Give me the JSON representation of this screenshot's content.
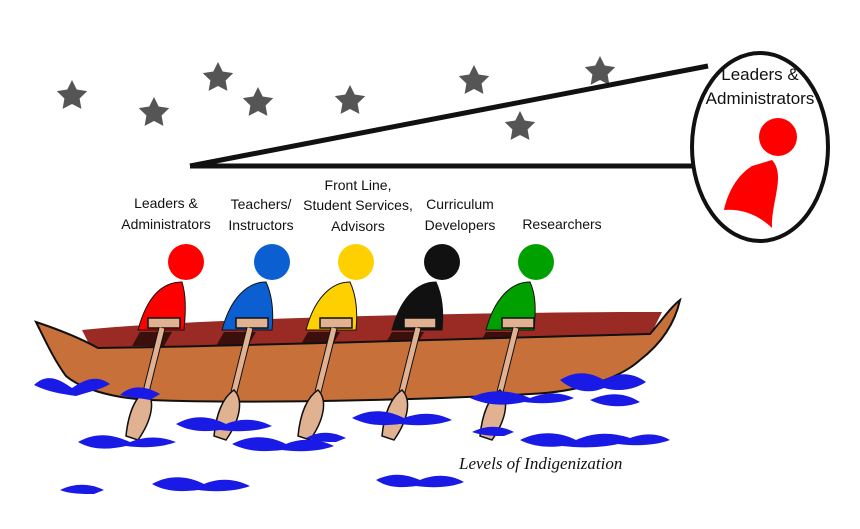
{
  "colors": {
    "star": "#555555",
    "boat": "#c8703a",
    "boat_inside": "#9a2b24",
    "paddle": "#e1b291",
    "water": "#1a1ae6",
    "leader": "#ff0000",
    "teacher": "#0b5fd0",
    "frontline": "#ffd000",
    "curriculum": "#111111",
    "researcher": "#00a000"
  },
  "rowers": [
    {
      "role": "leaders",
      "label_lines": [
        "Leaders &",
        "Administrators"
      ],
      "color": "#ff0000"
    },
    {
      "role": "teachers",
      "label_lines": [
        "Teachers/",
        "Instructors"
      ],
      "color": "#0b5fd0"
    },
    {
      "role": "frontline",
      "label_lines": [
        "Front Line,",
        "Student Services,",
        "Advisors"
      ],
      "color": "#ffd000"
    },
    {
      "role": "curriculum",
      "label_lines": [
        "Curriculum",
        "Developers"
      ],
      "color": "#111111"
    },
    {
      "role": "researchers",
      "label_lines": [
        "Researchers"
      ],
      "color": "#00a000"
    }
  ],
  "callout": {
    "label_lines": [
      "Leaders &",
      "Administrators"
    ],
    "color": "#ff0000"
  },
  "caption": "Levels of Indigenization"
}
